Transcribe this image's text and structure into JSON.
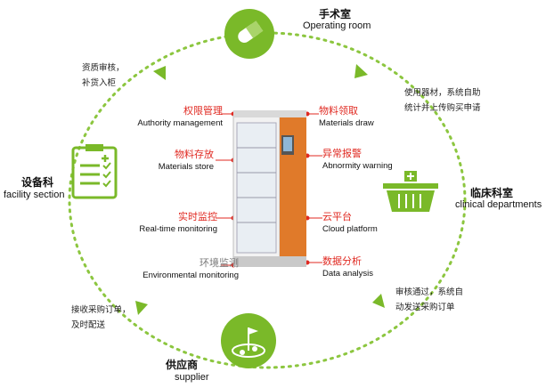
{
  "nodes": {
    "operating_room": {
      "cn": "手术室",
      "en": "Operating room"
    },
    "clinical": {
      "cn": "临床科室",
      "en": "clinical departments"
    },
    "supplier": {
      "cn": "供应商",
      "en": "supplier"
    },
    "facility": {
      "cn": "设备科",
      "en": "facility section"
    }
  },
  "notes": {
    "top_left": [
      "资质审核，",
      "补货入柜"
    ],
    "top_right": [
      "使用器材，系统自助",
      "统计并上传购买申请"
    ],
    "bottom_right": [
      "审核通过，系统自",
      "动发送采购订单"
    ],
    "bottom_left": [
      "接收采购订单，",
      "及时配送"
    ]
  },
  "features_left": [
    {
      "cn": "权限管理",
      "en": "Authority management"
    },
    {
      "cn": "物料存放",
      "en": "Materials store"
    },
    {
      "cn": "实时监控",
      "en": "Real-time monitoring"
    },
    {
      "cn": "环境监测",
      "en": "Environmental monitoring"
    }
  ],
  "features_right": [
    {
      "cn": "物料领取",
      "en": "Materials draw"
    },
    {
      "cn": "异常报警",
      "en": "Abnormity warning"
    },
    {
      "cn": "云平台",
      "en": "Cloud platform"
    },
    {
      "cn": "数据分析",
      "en": "Data analysis"
    }
  ],
  "colors": {
    "accent_green": "#7ab929",
    "dashed_green": "#8cc63f",
    "feature_red": "#e02a22",
    "cabinet_orange": "#e07a2a"
  },
  "icons": {
    "operating_room": "pill-icon",
    "clinical": "basket-icon",
    "supplier": "map-pin-icon",
    "facility": "clipboard-icon"
  }
}
